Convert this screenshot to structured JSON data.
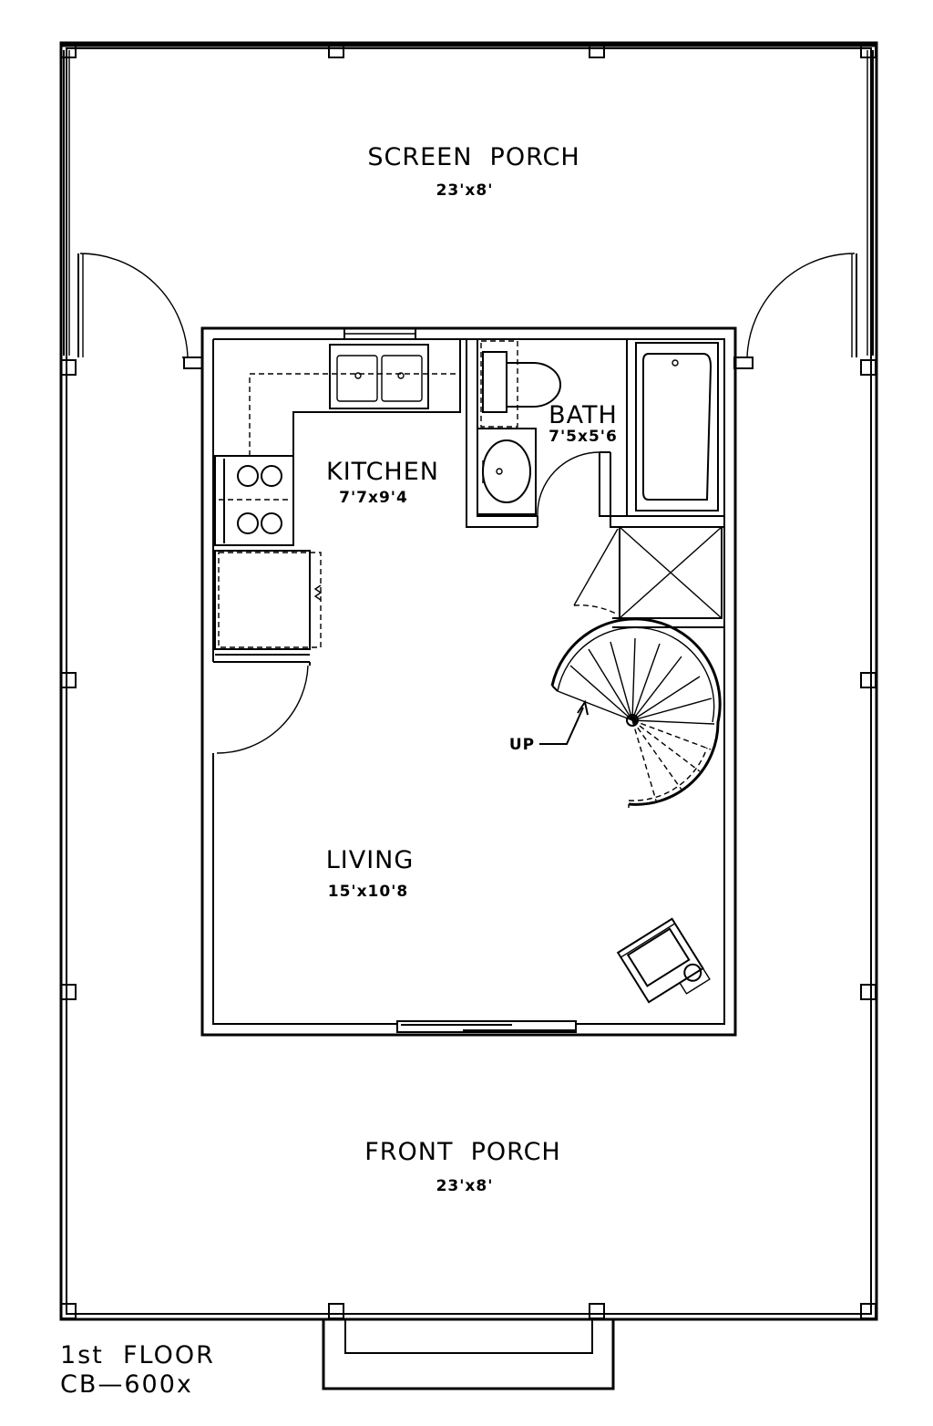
{
  "rooms": {
    "screen_porch": {
      "name": "SCREEN  PORCH",
      "size": "23'x8'"
    },
    "bath": {
      "name": "BATH",
      "size": "7'5x5'6"
    },
    "kitchen": {
      "name": "KITCHEN",
      "size": "7'7x9'4"
    },
    "living": {
      "name": "LIVING",
      "size": "15'x10'8"
    },
    "front_porch": {
      "name": "FRONT  PORCH",
      "size": "23'x8'"
    }
  },
  "annotations": {
    "stair": "UP"
  },
  "title_block": {
    "line1": "1st  FLOOR",
    "line2": "CB—600x"
  },
  "colors": {
    "line": "#000000",
    "background": "#ffffff"
  }
}
